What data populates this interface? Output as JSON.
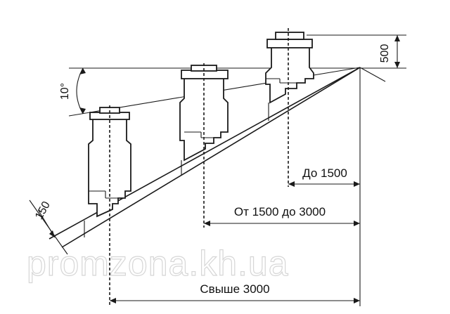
{
  "diagram": {
    "dim_top": "500",
    "angle": "10°",
    "offset": "150",
    "range_near": "До 1500",
    "range_mid": "От 1500 до 3000",
    "range_far": "Свыше 3000"
  },
  "watermark": "promzona.kh.ua"
}
